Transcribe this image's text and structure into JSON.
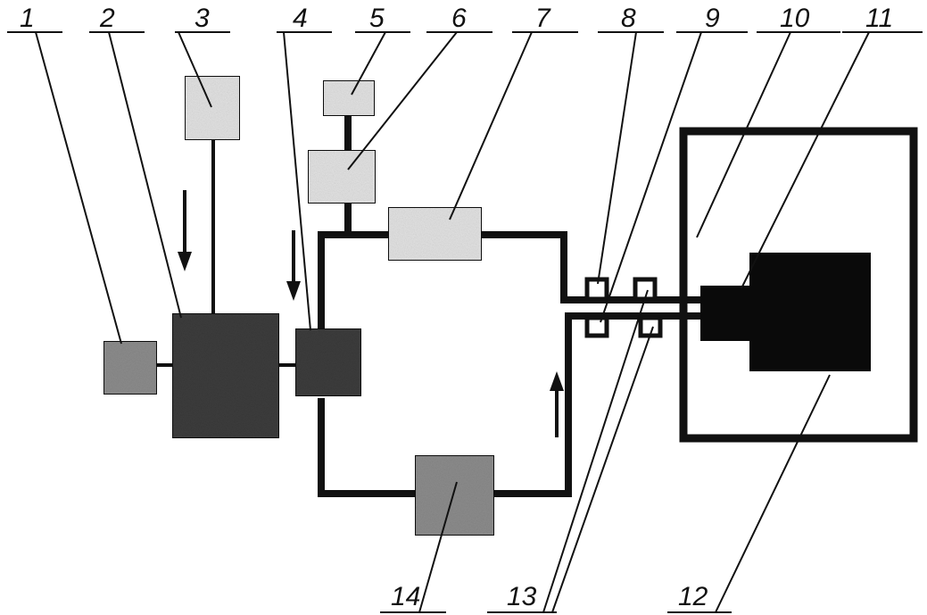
{
  "diagram": {
    "labels": {
      "n1": "1",
      "n2": "2",
      "n3": "3",
      "n4": "4",
      "n5": "5",
      "n6": "6",
      "n7": "7",
      "n8": "8",
      "n9": "9",
      "n10": "10",
      "n11": "11",
      "n12": "12",
      "n13": "13",
      "n14": "14"
    },
    "colors": {
      "line": "#111111",
      "light_fill": "#e2e2e2",
      "medium_fill": "#8c8c8c",
      "dark_fill": "#3c3c3c",
      "black_fill": "#0a0a0a",
      "background": "#ffffff"
    }
  }
}
